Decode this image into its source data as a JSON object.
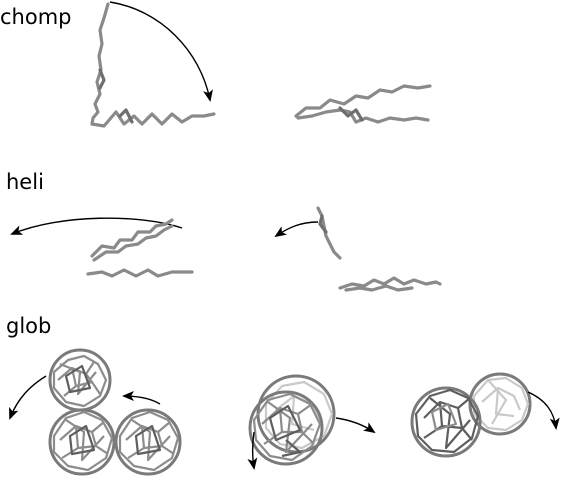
{
  "sections": {
    "chomp": {
      "label": "chomp"
    },
    "heli": {
      "label": "heli"
    },
    "glob": {
      "label": "glob"
    }
  },
  "colors": {
    "chain": "#8a8a8a",
    "chain_dark": "#6f6f6f",
    "arrow": "#000000",
    "background": "#ffffff"
  }
}
